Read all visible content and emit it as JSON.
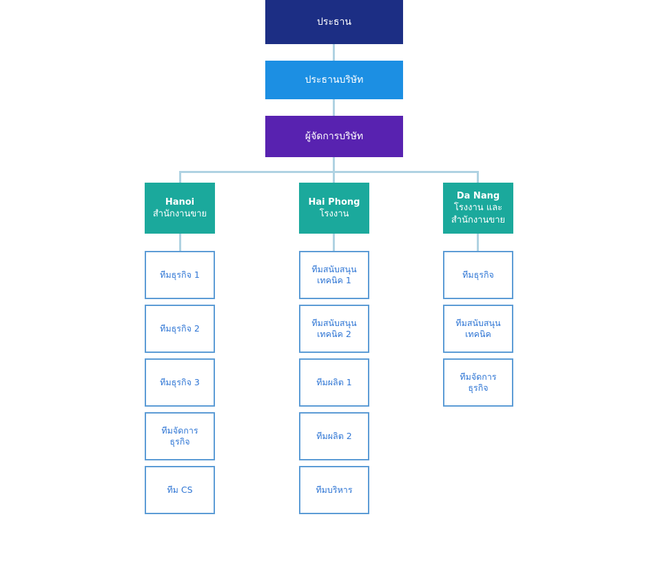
{
  "chart": {
    "type": "org-chart",
    "title": "",
    "orientation": "top-down",
    "colors": {
      "chairman": "#1c2e84",
      "president": "#1c8fe3",
      "manager": "#5822b0",
      "region": "#1ba99c",
      "leaf_border": "#5b9bd5",
      "leaf_text": "#2e75d4",
      "connector": "#afd2e2",
      "background": "#ffffff"
    }
  },
  "executives": [
    {
      "id": "chairman",
      "label": "ประธาน"
    },
    {
      "id": "president",
      "label": "ประธานบริษัท"
    },
    {
      "id": "manager",
      "label": "ผู้จัดการบริษัท"
    }
  ],
  "branches": [
    {
      "id": "hanoi",
      "name": "Hanoi",
      "sub": "สำนักงานขาย",
      "teams": [
        {
          "label": "ทีมธุรกิจ 1"
        },
        {
          "label": "ทีมธุรกิจ 2"
        },
        {
          "label": "ทีมธุรกิจ 3"
        },
        {
          "label": "ทีมจัดการ\nธุรกิจ"
        },
        {
          "label": "ทีม CS"
        }
      ]
    },
    {
      "id": "haiphong",
      "name": "Hai Phong",
      "sub": "โรงงาน",
      "teams": [
        {
          "label": "ทีมสนับสนุน\nเทคนิค 1"
        },
        {
          "label": "ทีมสนับสนุน\nเทคนิค 2"
        },
        {
          "label": "ทีมผลิต 1"
        },
        {
          "label": "ทีมผลิต 2"
        },
        {
          "label": "ทีมบริหาร"
        }
      ]
    },
    {
      "id": "danang",
      "name": "Da Nang",
      "sub": "โรงงาน และ\nสำนักงานขาย",
      "teams": [
        {
          "label": "ทีมธุรกิจ"
        },
        {
          "label": "ทีมสนับสนุน\nเทคนิค"
        },
        {
          "label": "ทีมจัดการ\nธุรกิจ"
        }
      ]
    }
  ]
}
